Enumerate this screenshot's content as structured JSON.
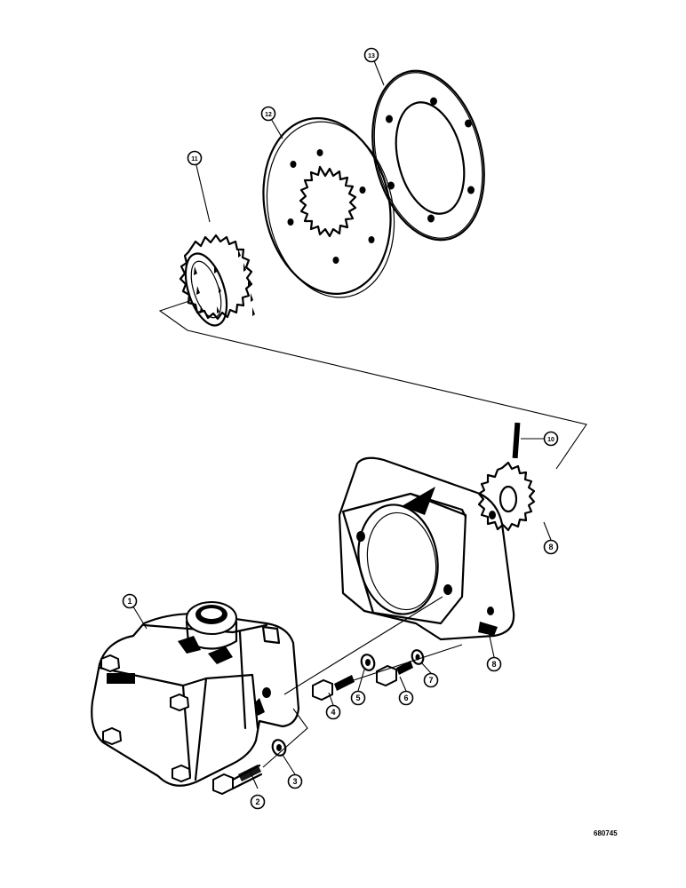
{
  "figure_id": "680745",
  "callouts": [
    {
      "id": "callout-1",
      "label": "1"
    },
    {
      "id": "callout-2",
      "label": "2"
    },
    {
      "id": "callout-3",
      "label": "3"
    },
    {
      "id": "callout-4",
      "label": "4"
    },
    {
      "id": "callout-5",
      "label": "5"
    },
    {
      "id": "callout-6",
      "label": "6"
    },
    {
      "id": "callout-7",
      "label": "7"
    },
    {
      "id": "callout-8a",
      "label": "8"
    },
    {
      "id": "callout-8b",
      "label": "8"
    },
    {
      "id": "callout-10",
      "label": "10"
    },
    {
      "id": "callout-11",
      "label": "11"
    },
    {
      "id": "callout-12",
      "label": "12"
    },
    {
      "id": "callout-13",
      "label": "13"
    }
  ]
}
